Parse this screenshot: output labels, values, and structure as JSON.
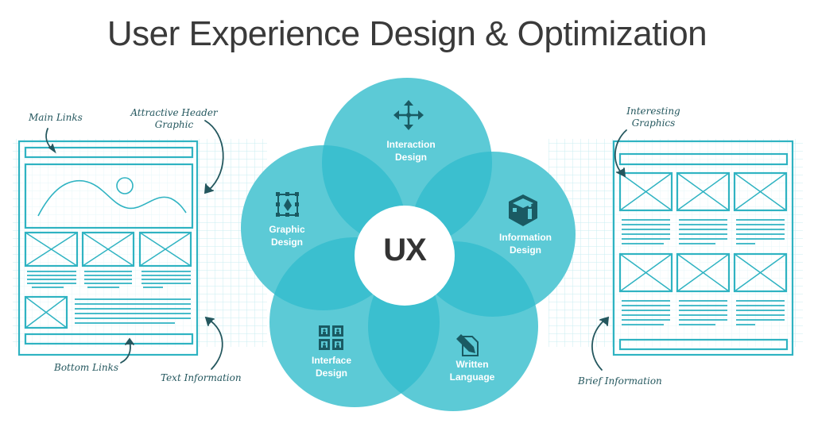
{
  "title": "User Experience Design & Optimization",
  "center": {
    "label": "UX"
  },
  "petals": [
    {
      "id": "interaction",
      "line1": "Interaction",
      "line2": "Design",
      "icon": "move-arrows-icon"
    },
    {
      "id": "graphic",
      "line1": "Graphic",
      "line2": "Design",
      "icon": "pen-tool-icon"
    },
    {
      "id": "information",
      "line1": "Information",
      "line2": "Design",
      "icon": "info-cube-icon"
    },
    {
      "id": "interface",
      "line1": "Interface",
      "line2": "Design",
      "icon": "user-grid-icon"
    },
    {
      "id": "written",
      "line1": "Written",
      "line2": "Language",
      "icon": "document-pen-icon"
    }
  ],
  "left_wireframe": {
    "annotations": {
      "main_links": "Main Links",
      "header_graphic_1": "Attractive Header",
      "header_graphic_2": "Graphic",
      "bottom_links": "Bottom Links",
      "text_information": "Text Information"
    }
  },
  "right_wireframe": {
    "annotations": {
      "interesting_graphics_1": "Interesting",
      "interesting_graphics_2": "Graphics",
      "brief_information": "Brief Information"
    }
  },
  "colors": {
    "petal": "#5ccad6",
    "overlap": "#3bbfcf",
    "icon": "#1a5a63",
    "wireframe": "#2fb3c2",
    "grid": "#c9eef2",
    "annotation": "#24575e",
    "title": "#3a3a3a"
  }
}
